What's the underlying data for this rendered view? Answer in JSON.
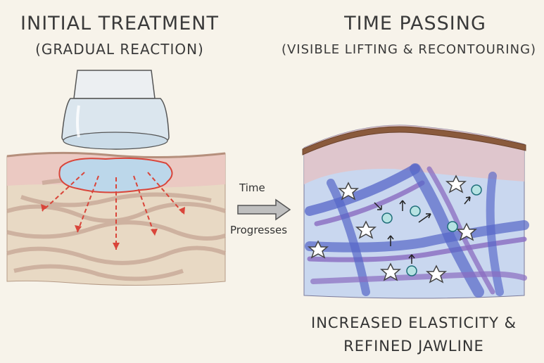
{
  "left_panel": {
    "title": "INITIAL TREATMENT",
    "subtitle": "(GRADUAL REACTION)"
  },
  "right_panel": {
    "title": "TIME PASSING",
    "subtitle": "(VISIBLE LIFTING & RECONTOURING)"
  },
  "transition": {
    "label_top": "Time",
    "label_bottom": "Progresses"
  },
  "result": {
    "line1": "INCREASED ELASTICITY &",
    "line2": "REFINED JAWLINE"
  },
  "colors": {
    "skin_top": "#e9c9c3",
    "skin_deep": "#e6d6c2",
    "fiber": "#c9a898",
    "gel": "#bcd7ea",
    "arrow_red": "#d9453a",
    "collagen_blue": "#5566c8",
    "collagen_purple": "#8a6cc0",
    "dermis_blue": "#c9d7ef",
    "epidermis_brown": "#8a5a3c"
  }
}
